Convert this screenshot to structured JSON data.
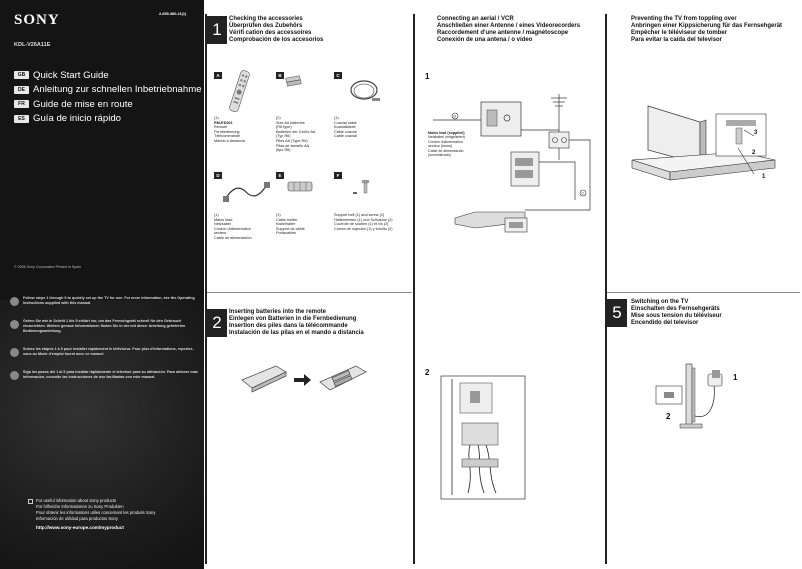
{
  "cover": {
    "brand": "SONY",
    "model": "KDL-V26A11E",
    "guides": [
      {
        "lang": "GB",
        "title": "Quick Start Guide"
      },
      {
        "lang": "DE",
        "title": "Anleitung zur schnellen Inbetriebnahme"
      },
      {
        "lang": "FR",
        "title": "Guide de mise en route"
      },
      {
        "lang": "ES",
        "title": "Guía de inicio rápido"
      }
    ],
    "copyright": "© 2006 Sony Corporation    Printed in Spain",
    "steps": [
      "Follow steps 1 through 5 to quickly set up the TV for use. For more information, see the Operating Instructions supplied with this manual.",
      "Gehen Sie wie in Schritt 1 bis 5 erklärt vor, um das Fernsehgerät schnell für den Gebrauch einzurichten. Weitere genaue Informationen finden Sie in der mit dieser Anleitung gelieferten Bedienungsanleitung.",
      "Suivez les étapes 1 à 5 pour installer rapidement le téléviseur. Pour plus d'informations, reportez-vous au Mode d'emploi fourni avec ce manuel.",
      "Siga los pasos del 1 al 5 para instalar rápidamente el televisor para su utilización. Para obtener más información, consulte las instrucciones de uso facilitadas con este manual."
    ],
    "info_lines": [
      "For useful information about Sony products",
      "Für hilfreiche Informationen zu Sony Produkten",
      "Pour obtenir les informations utiles concernant les produits Sony",
      "Información de utilidad para productos Sony"
    ],
    "info_url": "http://www.sony-europe.com/myproduct"
  },
  "doc_number": "2-659-380-11(1)",
  "section1": {
    "number": "1",
    "titles": [
      "Checking the accessories",
      "Überprüfen des Zubehörs",
      "Vérifi cation des accessoires",
      "Comprobación de los accesorios"
    ],
    "items": [
      {
        "label": "A",
        "desc": [
          "(1)",
          "RM-ED001",
          "Remote",
          "Fernbedienung",
          "Télécommande",
          "Mando a distancia"
        ]
      },
      {
        "label": "B",
        "desc": [
          "(2)",
          "Size AA batteries",
          "(R6 type)",
          "Batterien der Größe AA",
          "(Typ R6)",
          "Piles AA (Type R6)",
          "Pilas de tamaño AA",
          "(tipo R6)"
        ]
      },
      {
        "label": "C",
        "desc": [
          "(1)",
          "Coaxial cable",
          "Koaxialkabel",
          "Câble coaxial",
          "Cable coaxial"
        ]
      },
      {
        "label": "D",
        "desc": [
          "(1)",
          "Mains lead",
          "Netzkabel",
          "Cordon d'alimentation",
          "secteur",
          "Cable de alimentación"
        ]
      },
      {
        "label": "E",
        "desc": [
          "(1)",
          "Cable holder",
          "Kabelhalter",
          "Support de câble",
          "Portacables"
        ]
      },
      {
        "label": "F",
        "desc": [
          "Support belt (1) and screw (2)",
          "Haltemiemen (1) und Schraube (2)",
          "Courroie de soutien (1) et vis (2)",
          "Correa de sujeción (1) y tornillo (2)"
        ]
      }
    ]
  },
  "section2": {
    "number": "2",
    "titles": [
      "Inserting batteries into the remote",
      "Einlegen von Batterien in die Fernbedienung",
      "Insertion des piles dans la télécommande",
      "Instalación de las pilas en el mando a distancia"
    ]
  },
  "section3": {
    "titles": [
      "Connecting an aerial / VCR",
      "Anschließen einer Antenne / eines Videorecorders",
      "Raccordement d'une antenne / magnétoscope",
      "Conexión de una antena / o vídeo"
    ],
    "sub1": "1",
    "sub2": "2",
    "caption": [
      "Mains lead (supplied)",
      "Netzkabel (mitgeliefert)",
      "Cordon d'alimentation",
      "secteur (fourni)",
      "Cable de alimentación",
      "(suministrado)"
    ]
  },
  "section4": {
    "titles": [
      "Preventing the TV from toppling over",
      "Anbringen einer Kippsicherung für das Fernsehgerät",
      "Empêcher le téléviseur de tomber",
      "Para evitar la caída del televisor"
    ],
    "callouts": [
      "3",
      "2",
      "1"
    ]
  },
  "section5": {
    "number": "5",
    "titles": [
      "Switching on the TV",
      "Einschalten des Fernsehgeräts",
      "Mise sous tension du téléviseur",
      "Encendido del televisor"
    ],
    "callouts": [
      "1",
      "2"
    ]
  }
}
